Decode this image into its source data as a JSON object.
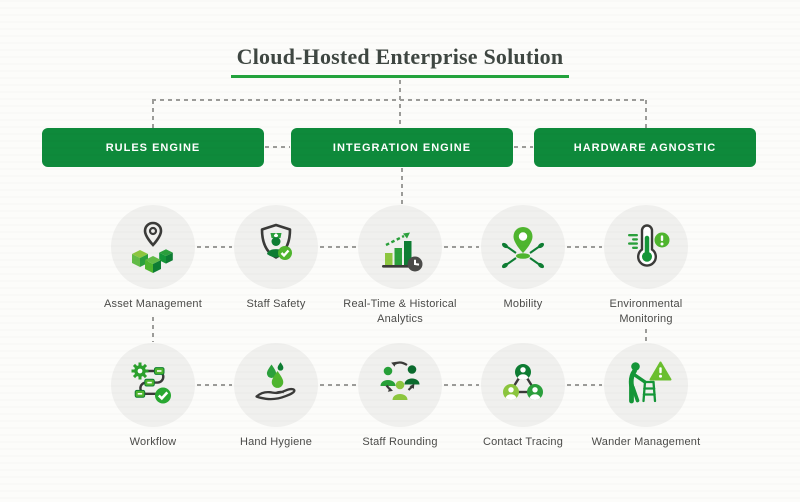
{
  "title": "Cloud-Hosted Enterprise Solution",
  "engines": [
    {
      "label": "RULES ENGINE"
    },
    {
      "label": "INTEGRATION ENGINE"
    },
    {
      "label": "HARDWARE AGNOSTIC"
    }
  ],
  "modules": [
    {
      "label": "Asset Management",
      "icon": "asset-management-icon"
    },
    {
      "label": "Staff Safety",
      "icon": "staff-safety-icon"
    },
    {
      "label": "Real-Time & Historical\nAnalytics",
      "icon": "analytics-icon"
    },
    {
      "label": "Mobility",
      "icon": "mobility-icon"
    },
    {
      "label": "Environmental\nMonitoring",
      "icon": "environmental-monitoring-icon"
    },
    {
      "label": "Workflow",
      "icon": "workflow-icon"
    },
    {
      "label": "Hand Hygiene",
      "icon": "hand-hygiene-icon"
    },
    {
      "label": "Staff Rounding",
      "icon": "staff-rounding-icon"
    },
    {
      "label": "Contact Tracing",
      "icon": "contact-tracing-icon"
    },
    {
      "label": "Wander Management",
      "icon": "wander-management-icon"
    }
  ],
  "colors": {
    "engine_green": "#0e8a3b",
    "underline_green": "#22a33c",
    "icon_green_dark": "#0e7d33",
    "icon_green_mid": "#2ba03c",
    "icon_green_bright": "#4fb52e",
    "icon_green_light": "#8dc63f",
    "outline_dark": "#3b3b39",
    "connector_gray": "#9c9c99",
    "circle_bg": "#f0f0ee",
    "title_text": "#3f4742"
  }
}
